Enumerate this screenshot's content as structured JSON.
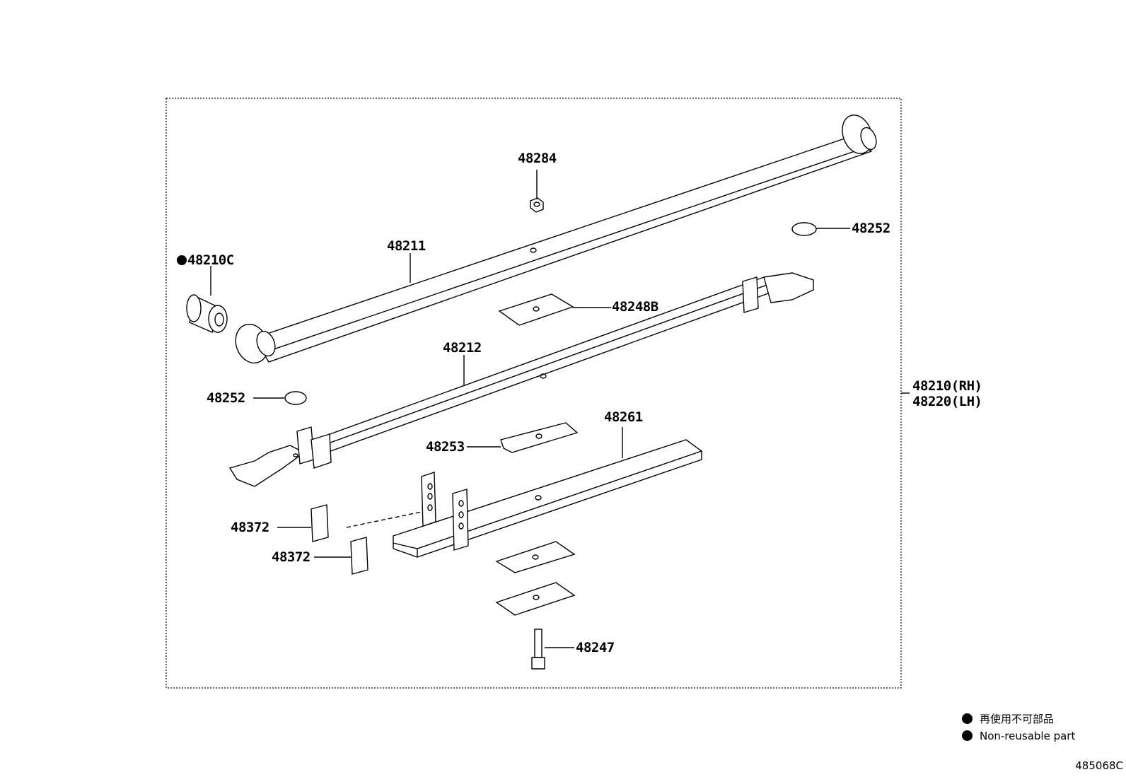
{
  "parts": {
    "p48284": "48284",
    "p48252_right": "48252",
    "p48211": "48211",
    "p48210C": "48210C",
    "p48248B": "48248B",
    "p48212": "48212",
    "p48210_rh": "48210(RH)",
    "p48220_lh": "48220(LH)",
    "p48252_left": "48252",
    "p48261": "48261",
    "p48253": "48253",
    "p48372_a": "48372",
    "p48372_b": "48372",
    "p48247": "48247"
  },
  "legend": {
    "jp": "再使用不可部品",
    "en": "Non-reusable part",
    "marker_icon": "filled-circle-icon"
  },
  "diagram_code": "485068C"
}
